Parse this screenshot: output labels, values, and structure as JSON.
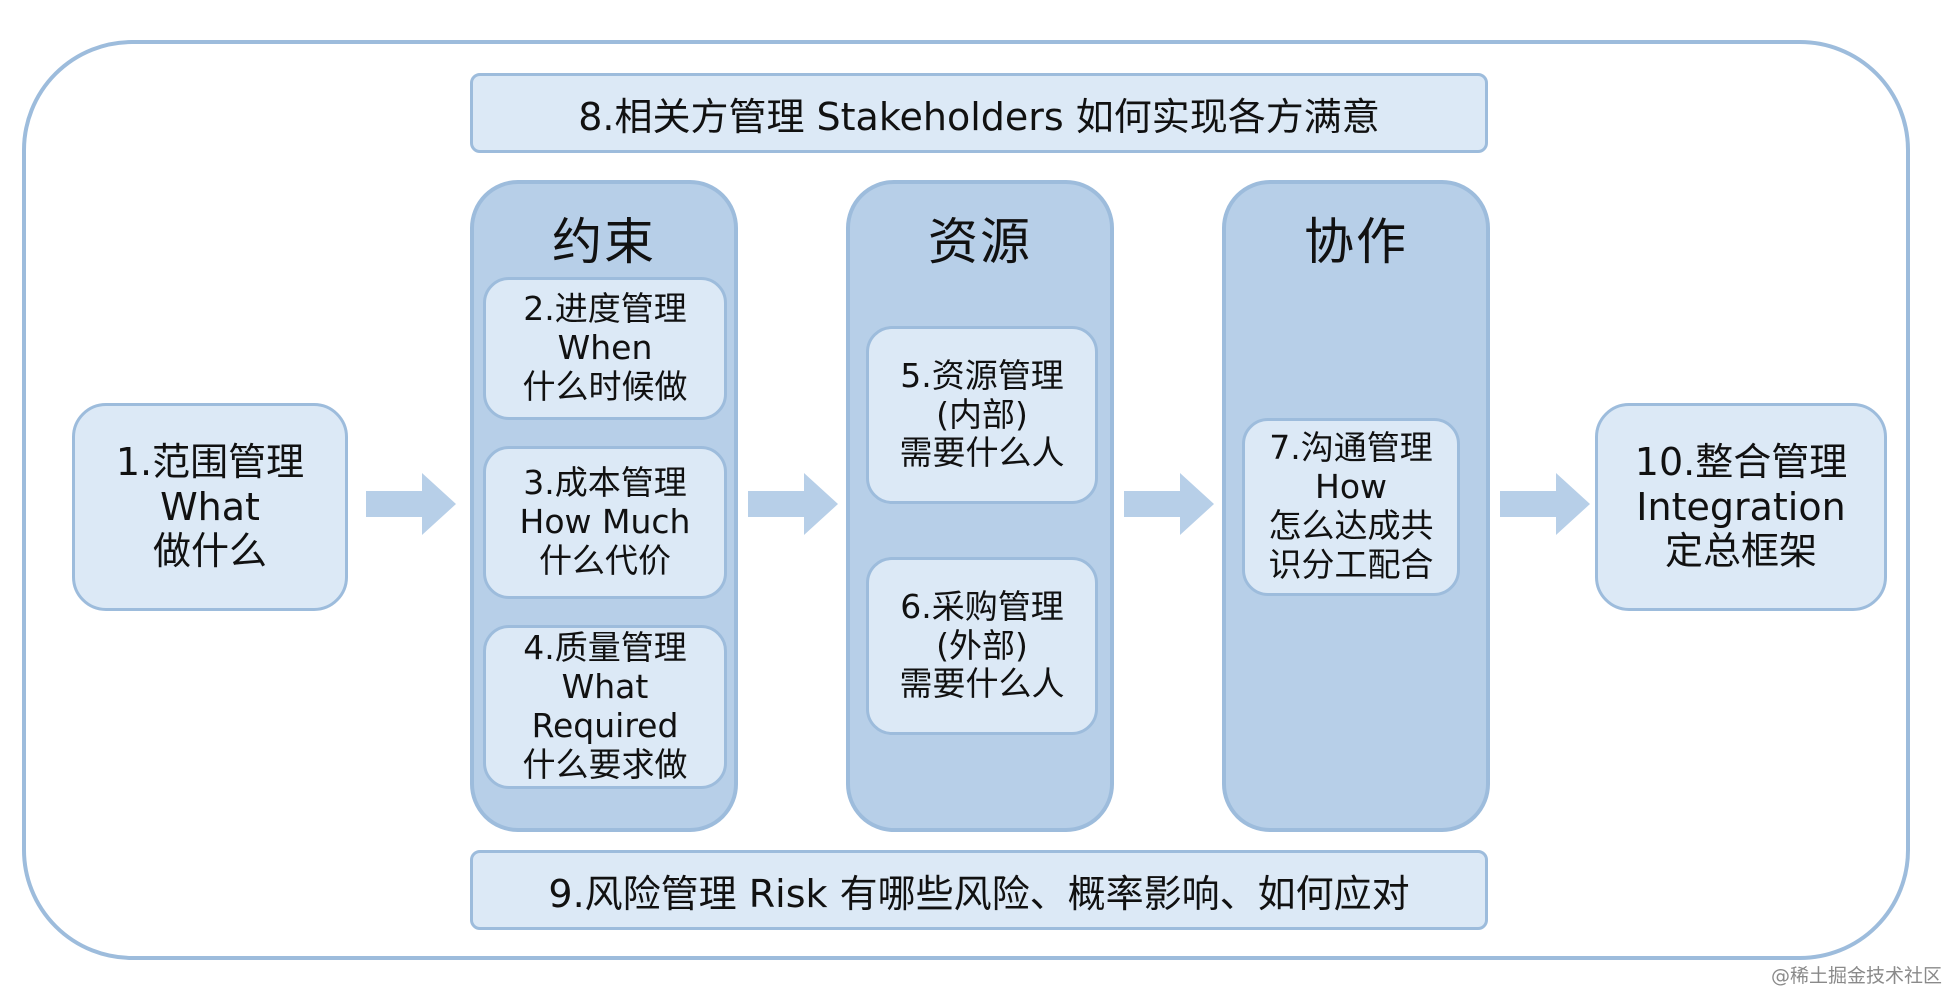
{
  "top_bar": "8.相关方管理 Stakeholders 如何实现各方满意",
  "bottom_bar": "9.风险管理 Risk 有哪些风险、概率影响、如何应对",
  "scope": [
    "1.范围管理",
    "What",
    "做什么"
  ],
  "integration": [
    "10.整合管理",
    "Integration",
    "定总框架"
  ],
  "columns": {
    "constraint": {
      "title": "约束",
      "cards": [
        [
          "2.进度管理",
          "When",
          "什么时候做"
        ],
        [
          "3.成本管理",
          "How Much",
          "什么代价"
        ],
        [
          "4.质量管理",
          "What",
          "Required",
          "什么要求做"
        ]
      ]
    },
    "resource": {
      "title": "资源",
      "cards": [
        [
          "5.资源管理",
          "(内部)",
          "需要什么人"
        ],
        [
          "6.采购管理",
          "(外部)",
          "需要什么人"
        ]
      ]
    },
    "collaboration": {
      "title": "协作",
      "cards": [
        [
          "7.沟通管理",
          "How",
          "怎么达成共",
          "识分工配合"
        ]
      ]
    }
  },
  "watermark": "@稀土掘金技术社区",
  "colors": {
    "frame": "#9dbcdc",
    "card_fill": "#dce9f6",
    "column_fill": "#b7cfe8",
    "arrow": "#b7cfe8"
  }
}
